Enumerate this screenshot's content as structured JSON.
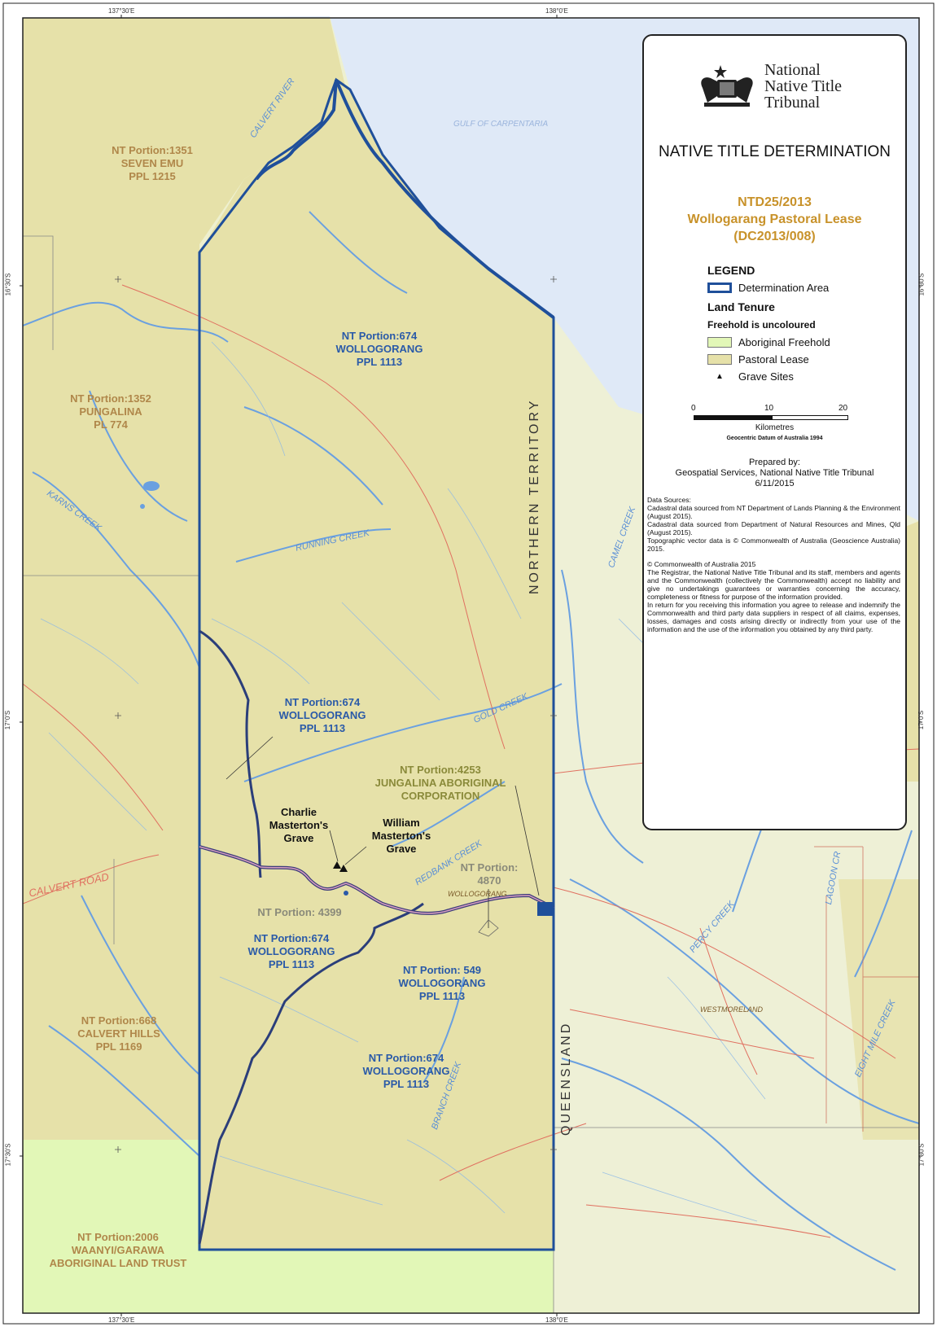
{
  "colors": {
    "sea": "#dfe9f7",
    "pastoral": "#e6e1a9",
    "aboriginal": "#e2f7b7",
    "background": "#eef0cf",
    "boundary": "#1f4f9a",
    "river": "#6aa0e0",
    "road": "#e07060",
    "marker": "#e01010"
  },
  "graticule": {
    "top": [
      "137°30'E",
      "138°0'E"
    ],
    "bottom": [
      "137°30'E",
      "138°0'E"
    ],
    "left": [
      "16°30'S",
      "17°0'S",
      "17°30'S"
    ],
    "right": [
      "16°30'S",
      "17°0'S",
      "17°30'S"
    ]
  },
  "map": {
    "sea_label": "GULF OF CARPENTARIA",
    "state_labels": {
      "nt": "NORTHERN TERRITORY",
      "qld": "QUEENSLAND"
    },
    "parcels": [
      {
        "id": "seven-emu",
        "lines": [
          "NT Portion:1351",
          "SEVEN EMU",
          "PPL 1215"
        ]
      },
      {
        "id": "pungalina",
        "lines": [
          "NT Portion:1352",
          "PUNGALINA",
          "PL 774"
        ]
      },
      {
        "id": "wollogorang-north",
        "lines": [
          "NT Portion:674",
          "WOLLOGORANG",
          "PPL 1113"
        ]
      },
      {
        "id": "wollogorang-mid",
        "lines": [
          "NT Portion:674",
          "WOLLOGORANG",
          "PPL 1113"
        ]
      },
      {
        "id": "jungalina",
        "lines": [
          "NT Portion:4253",
          "JUNGALINA ABORIGINAL",
          "CORPORATION"
        ]
      },
      {
        "id": "portion-4870",
        "lines": [
          "NT Portion:",
          "4870"
        ]
      },
      {
        "id": "portion-4399",
        "lines": [
          "NT Portion: 4399"
        ]
      },
      {
        "id": "wollogorang-sw",
        "lines": [
          "NT Portion:674",
          "WOLLOGORANG",
          "PPL 1113"
        ]
      },
      {
        "id": "wollogorang-549",
        "lines": [
          "NT Portion: 549",
          "WOLLOGORANG",
          "PPL 1113"
        ]
      },
      {
        "id": "calvert-hills",
        "lines": [
          "NT Portion:668",
          "CALVERT HILLS",
          "PPL 1169"
        ]
      },
      {
        "id": "wollogorang-south",
        "lines": [
          "NT Portion:674",
          "WOLLOGORANG",
          "PPL 1113"
        ]
      },
      {
        "id": "waanyi",
        "lines": [
          "NT Portion:2006",
          "WAANYI/GARAWA",
          "ABORIGINAL LAND TRUST"
        ]
      }
    ],
    "graves": [
      {
        "id": "charlie",
        "lines": [
          "Charlie",
          "Masterton's",
          "Grave"
        ]
      },
      {
        "id": "william",
        "lines": [
          "William",
          "Masterton's",
          "Grave"
        ]
      }
    ],
    "rivers": [
      "CALVERT RIVER",
      "KARNS CREEK",
      "RUNNING CREEK",
      "GOLD CREEK",
      "REDBANK CREEK",
      "BRANCH CREEK",
      "PERCY CREEK",
      "EIGHT MILE CREEK",
      "CAMEL CREEK",
      "LAGOON CR"
    ],
    "roads": [
      "CALVERT ROAD"
    ],
    "places": [
      "WOLLOGORANG",
      "WESTMORELAND"
    ]
  },
  "legend": {
    "org_lines": [
      "National",
      "Native Title",
      "Tribunal"
    ],
    "title": "NATIVE TITLE DETERMINATION",
    "determination": [
      "NTD25/2013",
      "Wollogarang Pastoral Lease",
      "(DC2013/008)"
    ],
    "heading": "LEGEND",
    "determination_area": "Determination Area",
    "land_tenure": "Land Tenure",
    "freehold_note": "Freehold is uncoloured",
    "aboriginal_freehold": "Aboriginal Freehold",
    "pastoral_lease": "Pastoral Lease",
    "grave_sites": "Grave Sites",
    "scale": {
      "ticks": [
        "0",
        "10",
        "20"
      ],
      "unit": "Kilometres",
      "datum": "Geocentric Datum of Australia 1994"
    },
    "prepared": [
      "Prepared by:",
      "Geospatial Services, National Native Title Tribunal",
      "6/11/2015"
    ],
    "data_sources": "Data Sources:\nCadastral data sourced from NT Department of Lands Planning & the Environment (August 2015).\nCadastral data sourced from Department of Natural Resources and Mines, Qld (August 2015).\nTopographic vector data is © Commonwealth of Australia (Geoscience Australia) 2015.",
    "disclaimer": "© Commonwealth of Australia 2015\nThe Registrar, the National Native Title Tribunal and its staff, members and agents and the Commonwealth (collectively the Commonwealth) accept no liability and give no undertakings guarantees or warranties concerning the accuracy, completeness or fitness for purpose of the information provided.\nIn return for you receiving this information you agree to release and indemnify the Commonwealth and third party data suppliers in respect of all claims, expenses, losses, damages and costs arising directly or indirectly from your use of the information and the use of the information you obtained by any third party."
  }
}
